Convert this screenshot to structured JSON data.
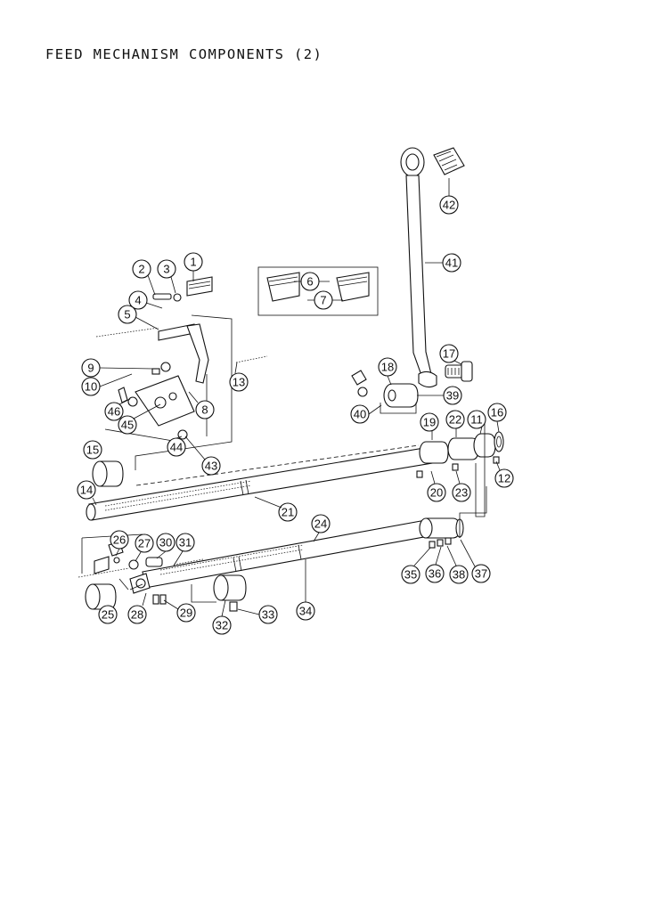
{
  "page": {
    "title": "FEED MECHANISM COMPONENTS (2)"
  },
  "diagram": {
    "line_color": "#111111",
    "background": "#ffffff",
    "callouts": [
      "1",
      "2",
      "3",
      "4",
      "5",
      "6",
      "7",
      "8",
      "9",
      "10",
      "11",
      "12",
      "13",
      "14",
      "15",
      "16",
      "17",
      "18",
      "19",
      "20",
      "21",
      "22",
      "23",
      "24",
      "25",
      "26",
      "27",
      "28",
      "29",
      "30",
      "31",
      "32",
      "33",
      "34",
      "35",
      "36",
      "37",
      "38",
      "39",
      "40",
      "41",
      "42",
      "43",
      "44",
      "45",
      "46"
    ]
  }
}
